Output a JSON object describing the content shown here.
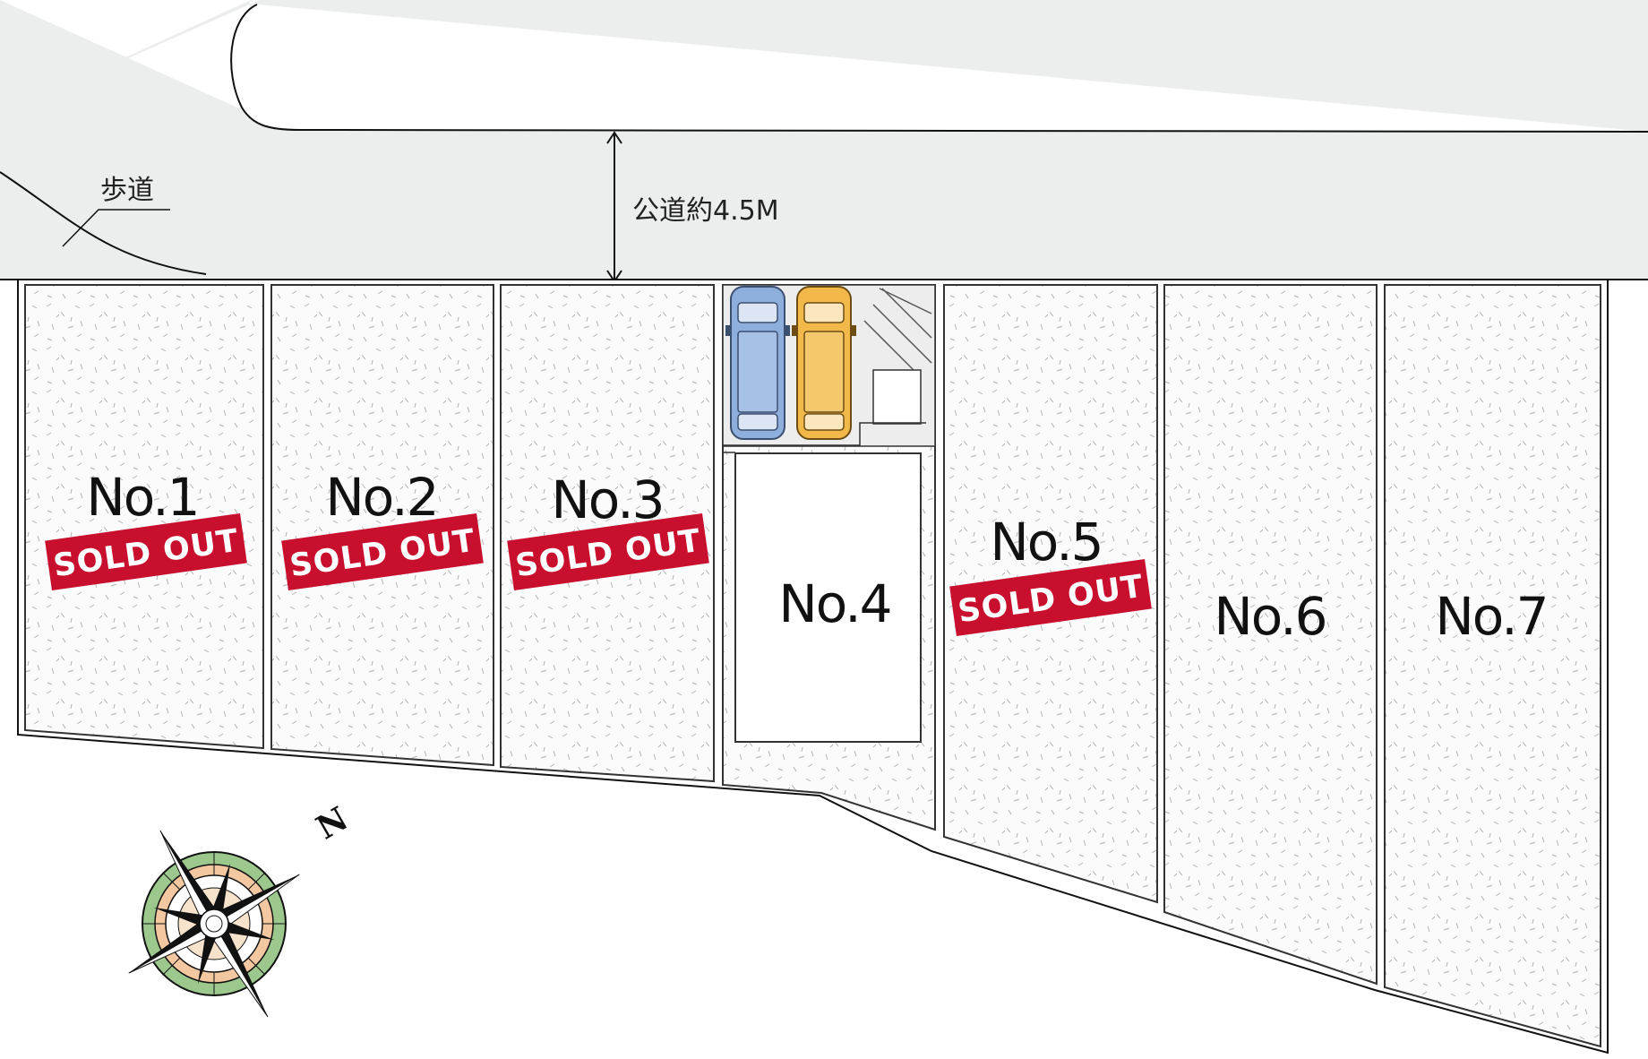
{
  "road": {
    "sidewalk_label": "歩道",
    "road_label": "公道約4.5M"
  },
  "lots": [
    {
      "id": "No.1",
      "label": "No.1",
      "status": "SOLD OUT"
    },
    {
      "id": "No.2",
      "label": "No.2",
      "status": "SOLD OUT"
    },
    {
      "id": "No.3",
      "label": "No.3",
      "status": "SOLD OUT"
    },
    {
      "id": "No.4",
      "label": "No.4",
      "status": ""
    },
    {
      "id": "No.5",
      "label": "No.5",
      "status": "SOLD OUT"
    },
    {
      "id": "No.6",
      "label": "No.6",
      "status": ""
    },
    {
      "id": "No.7",
      "label": "No.7",
      "status": ""
    }
  ],
  "compass": {
    "north_label": "N"
  },
  "colors": {
    "road_fill": "#eceeed",
    "sold_badge": "#c8102e",
    "car_blue": "#8eaedc",
    "car_yellow": "#f2b84a",
    "compass_green": "#9cc88e",
    "compass_peach": "#f3c7a0"
  }
}
